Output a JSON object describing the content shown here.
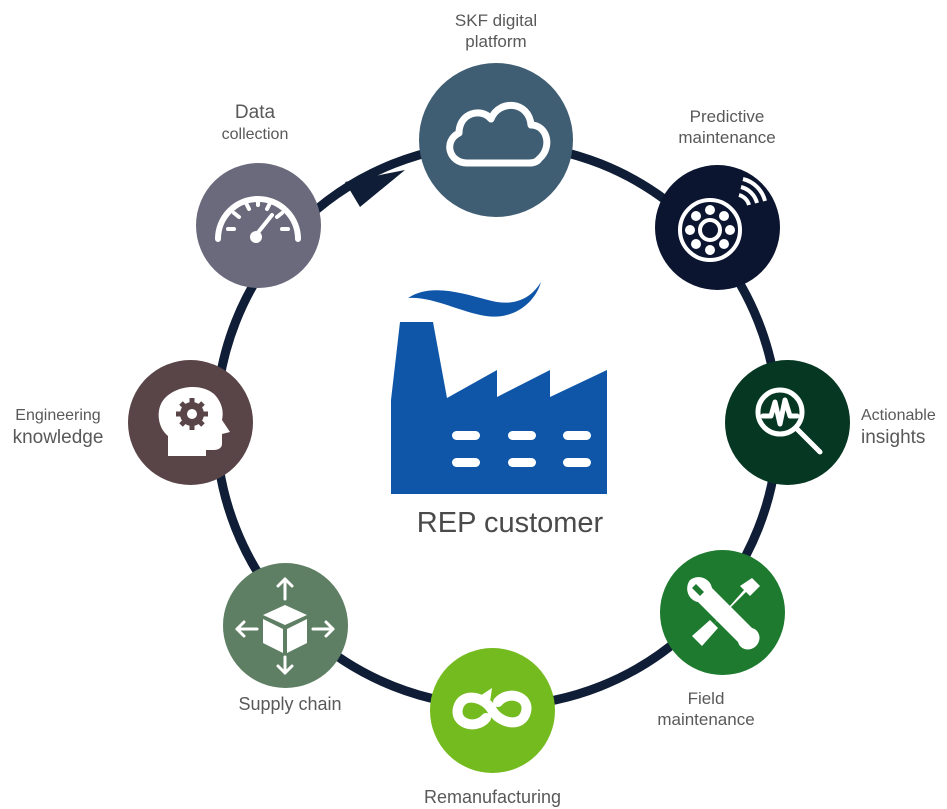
{
  "center": {
    "label": "REP customer",
    "icon": "factory-icon",
    "color": "#0f56a8"
  },
  "ring": {
    "color": "#0f1e36"
  },
  "nodes": {
    "digital_platform": {
      "line1": "SKF digital",
      "line2": "platform",
      "color": "#3f5d73",
      "icon": "cloud-icon"
    },
    "predictive": {
      "line1": "Predictive",
      "line2": "maintenance",
      "color": "#0c1530",
      "icon": "bearing-signal-icon"
    },
    "insights": {
      "line1": "Actionable",
      "line2": "insights",
      "color": "#063722",
      "icon": "magnifier-signal-icon"
    },
    "field": {
      "line1": "Field",
      "line2": "maintenance",
      "color": "#1d7a2f",
      "icon": "wrench-screwdriver-icon"
    },
    "reman": {
      "line1": "Remanufacturing",
      "color": "#74bb1f",
      "icon": "infinity-loop-icon"
    },
    "supply": {
      "line1": "Supply chain",
      "color": "#5e7f63",
      "icon": "box-arrows-icon"
    },
    "engineering": {
      "line1": "Engineering",
      "line2": "knowledge",
      "color": "#594448",
      "icon": "head-gear-icon"
    },
    "data": {
      "line1": "Data",
      "line2": "collection",
      "color": "#6a6a7c",
      "icon": "gauge-icon"
    }
  }
}
